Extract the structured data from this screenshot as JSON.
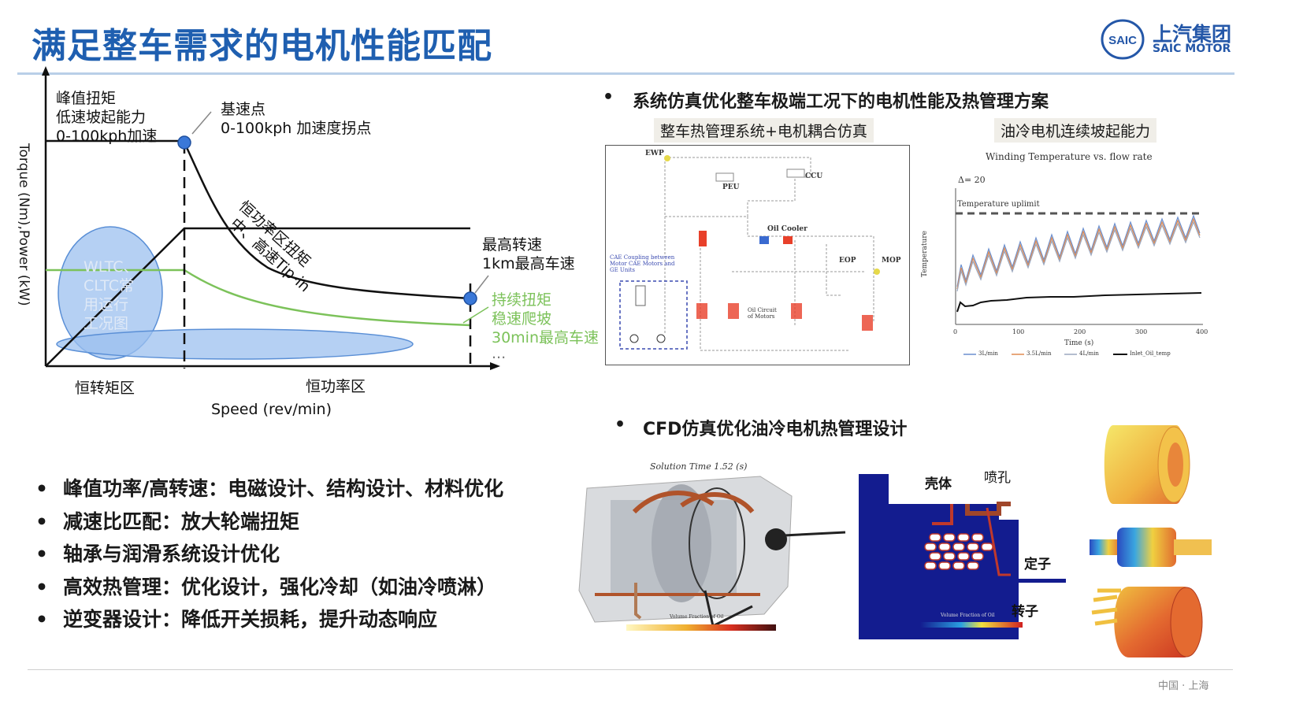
{
  "title": "满足整车需求的电机性能匹配",
  "logo": {
    "en_mark": "SAIC",
    "cn": "上汽集团",
    "en": "SAIC MOTOR"
  },
  "chart": {
    "ylabel": "Torque (Nm),Power (kW)",
    "xlabel": "Speed (rev/min)",
    "peak_label": [
      "峰值扭矩",
      "低速坡起能力",
      "0-100kph加速"
    ],
    "base_point": [
      "基速点",
      "0-100kph 加速度拐点"
    ],
    "const_power_curve": [
      "恒功率区扭矩",
      "中、高速Tip-in"
    ],
    "max_speed": [
      "最高转速",
      "1km最高车速"
    ],
    "continuous": [
      "持续扭矩",
      "稳速爬坡",
      "30min最高车速",
      "..."
    ],
    "ellipse_label": [
      "WLTC、",
      "CLTC常",
      "用运行",
      "工况图"
    ],
    "region_const_torque": "恒转矩区",
    "region_const_power": "恒功率区"
  },
  "bullets": [
    "峰值功率/高转速：电磁设计、结构设计、材料优化",
    "减速比匹配：放大轮端扭矩",
    "轴承与润滑系统设计优化",
    "高效热管理：优化设计，强化冷却（如油冷喷淋）",
    "逆变器设计：降低开关损耗，提升动态响应"
  ],
  "bullet_dot": "•",
  "right_top": {
    "heading": "系统仿真优化整车极端工况下的电机性能及热管理方案",
    "sub_left": "整车热管理系统+电机耦合仿真",
    "sub_right": "油冷电机连续坡起能力",
    "schematic_labels": [
      "EWP",
      "PEU",
      "CCU",
      "Oil Cooler",
      "EOP",
      "MOP",
      "CAE Coupling between Motor CAE Motors and GE Units",
      "Oil Circuit of Motors"
    ],
    "plot": {
      "title": "Winding Temperature vs. flow rate",
      "delta": "Δ= 20",
      "uplimit": "Temperature uplimit",
      "ylabel": "Temperature",
      "xlabel": "Time (s)",
      "x_ticks": [
        "0",
        "100",
        "200",
        "300",
        "400"
      ],
      "legend": [
        "3L/min",
        "3.5L/min",
        "4L/min",
        "Inlet_Oil_temp"
      ]
    }
  },
  "right_bottom": {
    "heading": "CFD仿真优化油冷电机热管理设计",
    "solution_time": "Solution Time 1.52 (s)",
    "labels": {
      "shell": "壳体",
      "nozzle": "喷孔",
      "stator": "定子",
      "rotor": "转子"
    },
    "colorbar_left": "Volume Fraction of Oil",
    "colorbar_right": "Volume Fraction of Oil"
  },
  "footer": "中国 · 上海",
  "colors": {
    "title": "#1f5fb0",
    "accent_blue": "#3a78d8",
    "green": "#7cc25a",
    "ellipse": "#9cc0ef"
  }
}
